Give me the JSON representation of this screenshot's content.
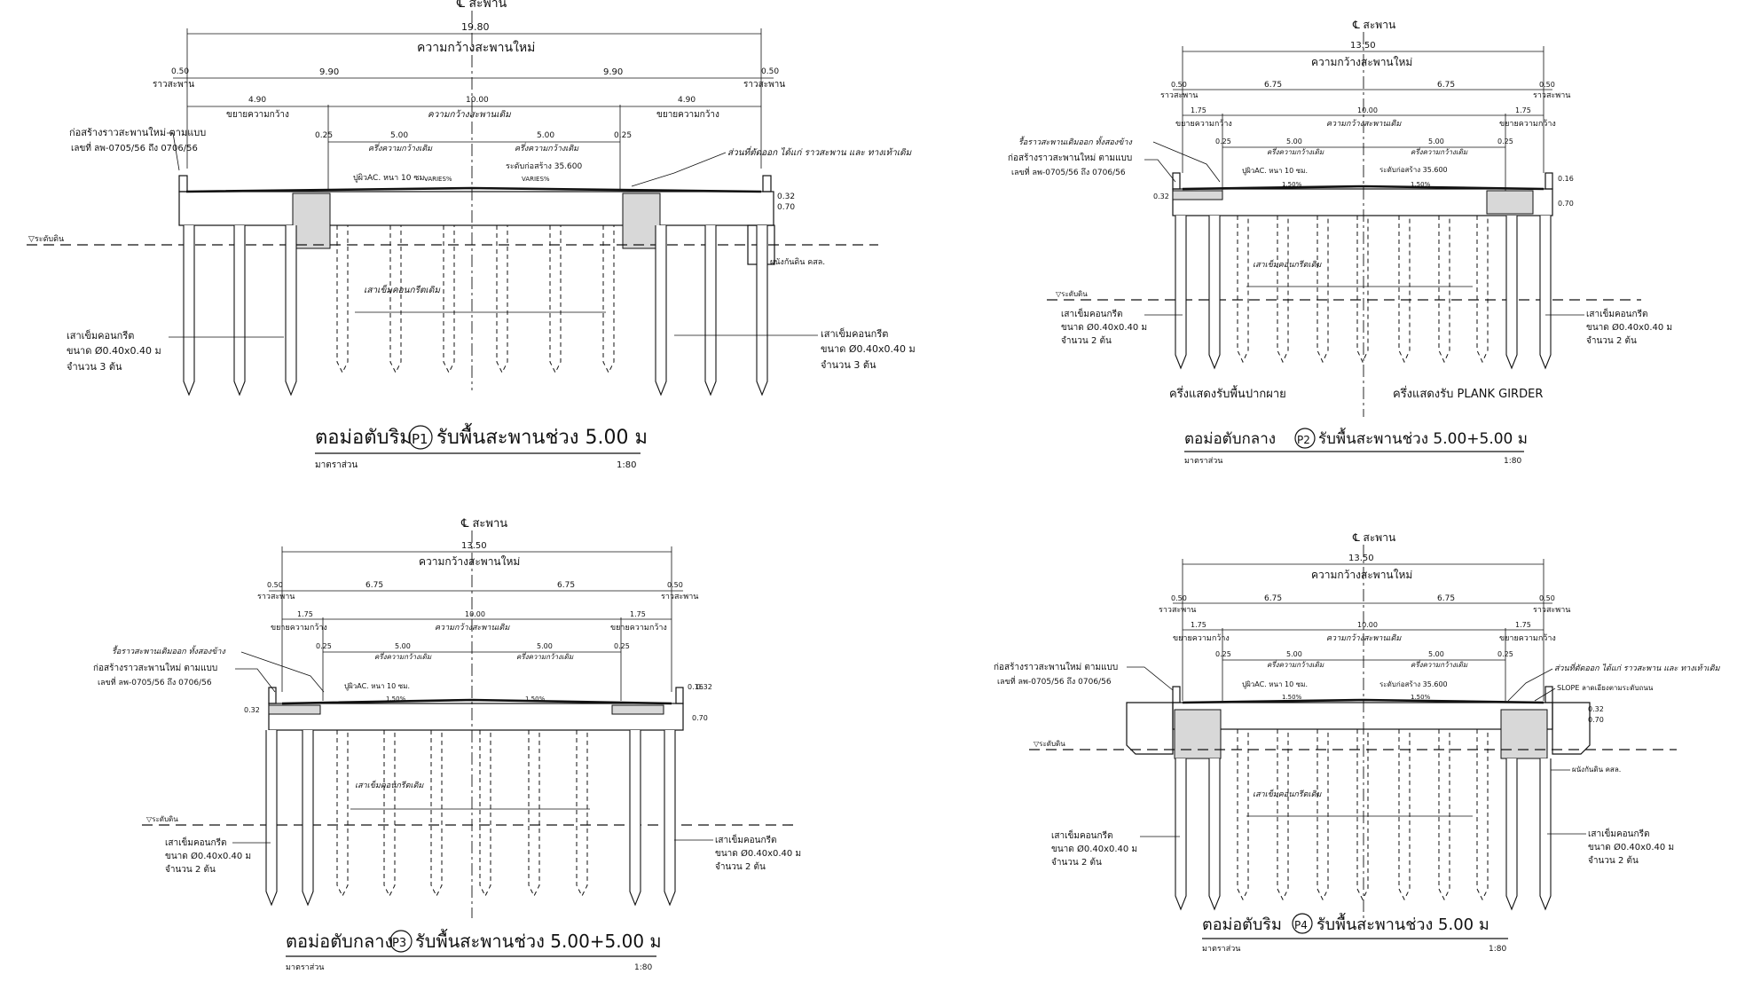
{
  "labels": {
    "centerline": "℄ สะพาน",
    "new_width": "ความกว้างสะพานใหม่",
    "old_width": "ความกว้างสะพานเดิม",
    "rail": "ราวสะพาน",
    "widen": "ขยายความกว้าง",
    "half_width": "ครึ่งความกว้างเดิม",
    "rail_build": "ก่อสร้างราวสะพานใหม่ ตามแบบ",
    "rail_ref": "เลขที่ ลพ-0705/56 ถึง 0706/56",
    "demolish_rail": "รื้อราวสะพานเดิมออก ทั้งสองข้าง",
    "remove_note": "ส่วนที่ตัดออก ได้แก่ ราวสะพาน และ ทางเท้าเดิม",
    "ac": "ปูผิวAC. หนา 10 ซม.",
    "curb_level": "ระดับก่อสร้าง 35.600",
    "varies": "VARIES%",
    "slope": "1.50%",
    "water_level": "▽ระดับดิน",
    "retaining_wall": "ผนังกันดิน คสล.",
    "old_pile": "เสาเข็มคอนกรีตเดิม",
    "pile": "เสาเข็มคอนกรีต",
    "pile_size": "ขนาด Ø0.40x0.40 ม",
    "pile_count_3": "จำนวน 3 ต้น",
    "pile_count_2": "จำนวน 2 ต้น",
    "scale_label": "มาตราส่วน",
    "scale": "1:80",
    "half_slab": "ครึ่งแสดงรับพื้นปากผาย",
    "half_plank": "ครึ่งแสดงรับ PLANK GIRDER",
    "slope_note": "SLOPE ลาดเอียงตามระดับถนน"
  },
  "dims": {
    "p1": {
      "total": "19.80",
      "rail": "0.50",
      "half": "9.90",
      "widen": "4.90",
      "old": "10.00",
      "edge": "0.25",
      "half_old": "5.00",
      "deck": "0.32",
      "deck2": "0.70"
    },
    "p": {
      "total": "13.50",
      "rail": "0.50",
      "half": "6.75",
      "widen": "1.75",
      "old": "10.00",
      "edge": "0.25",
      "half_old": "5.00",
      "deck": "0.32",
      "deck2": "0.70",
      "curb": "0.16"
    }
  },
  "titles": [
    {
      "title": "ตอม่อตับริม",
      "tag": "P1",
      "rest": "รับพื้นสะพานช่วง 5.00 ม"
    },
    {
      "title": "ตอม่อตับกลาง",
      "tag": "P2",
      "rest": "รับพื้นสะพานช่วง 5.00+5.00 ม"
    },
    {
      "title": "ตอม่อตับกลาง",
      "tag": "P3",
      "rest": "รับพื้นสะพานช่วง 5.00+5.00 ม"
    },
    {
      "title": "ตอม่อตับริม",
      "tag": "P4",
      "rest": "รับพื้นสะพานช่วง 5.00 ม"
    }
  ]
}
